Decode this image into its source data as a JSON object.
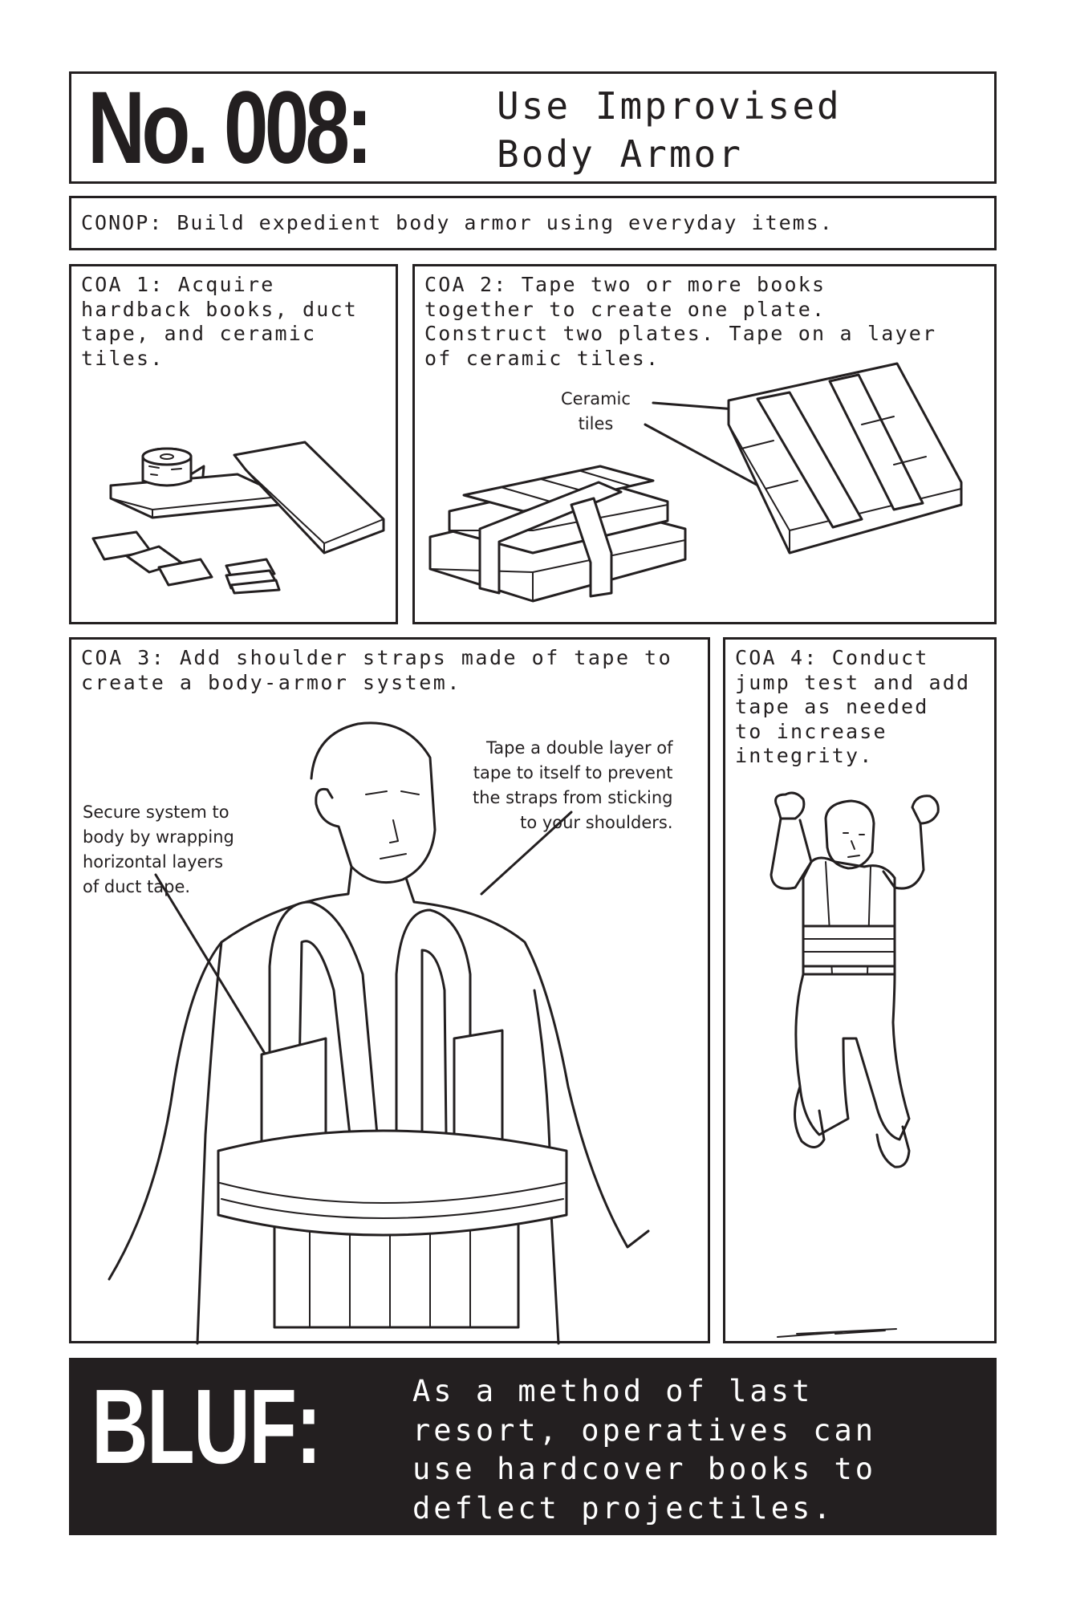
{
  "header": {
    "number": "No. 008:",
    "title_line1": "Use Improvised",
    "title_line2": "Body Armor"
  },
  "conop": {
    "text": "CONOP: Build expedient body armor using everyday items."
  },
  "panels": [
    {
      "id": "coa1",
      "text": "COA 1: Acquire\nhardback books, duct\ntape, and ceramic\ntiles.",
      "illustration": "hardback books, duct tape roll, and ceramic tiles"
    },
    {
      "id": "coa2",
      "text": "COA 2: Tape two or more books\ntogether to create one plate.\nConstruct two plates. Tape on a layer\nof ceramic tiles.",
      "callouts": [
        "Ceramic\ntiles"
      ],
      "illustration": "two taped book plates with ceramic tiles"
    },
    {
      "id": "coa3",
      "text": "COA 3: Add shoulder straps made of tape to\ncreate a body-armor system.",
      "callouts": [
        "Secure system to\nbody by wrapping\nhorizontal layers\nof duct tape.",
        "Tape a double layer of\ntape to itself to prevent\nthe straps from sticking\nto your shoulders."
      ],
      "illustration": "man wearing book body armor secured with duct tape and shoulder straps"
    },
    {
      "id": "coa4",
      "text": "COA 4: Conduct\njump test and add\ntape as needed\nto increase\nintegrity.",
      "illustration": "man jumping wearing improvised body armor"
    }
  ],
  "bluf": {
    "label": "BLUF:",
    "text": "As a method of last\nresort, operatives can\nuse hardcover books to\ndeflect projectiles."
  },
  "colors": {
    "ink": "#231f20",
    "paper": "#ffffff",
    "bluf_background": "#231f20",
    "bluf_text": "#ffffff"
  }
}
